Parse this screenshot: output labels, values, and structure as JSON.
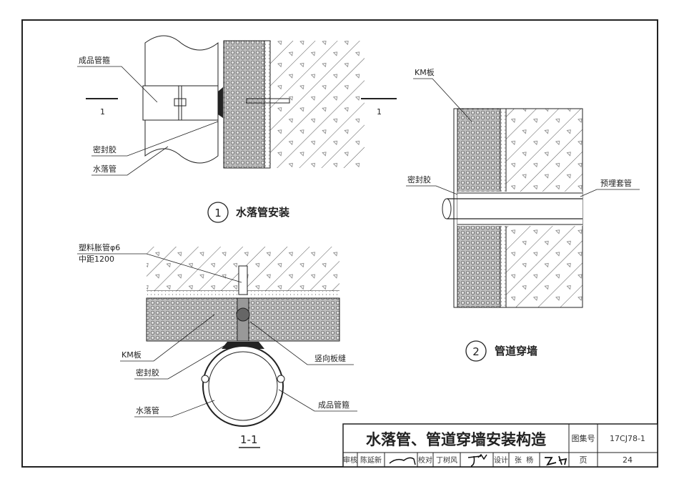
{
  "detail1": {
    "labels": {
      "clamp": "成品管箍",
      "sealant": "密封胶",
      "downpipe": "水落管"
    },
    "section_mark": "1",
    "caption_num": "1",
    "caption": "水落管安装"
  },
  "detail2": {
    "labels": {
      "km_board": "KM板",
      "sealant": "密封胶",
      "sleeve": "预埋套管"
    },
    "caption_num": "2",
    "caption": "管道穿墙"
  },
  "section11": {
    "labels": {
      "anchor": "塑料胀管φ6",
      "spacing": "中距1200",
      "km_board": "KM板",
      "sealant": "密封胶",
      "downpipe": "水落管",
      "joint": "竖向板缝",
      "clamp": "成品管箍"
    },
    "caption": "1-1"
  },
  "title_block": {
    "title": "水落管、管道穿墙安装构造",
    "atlas_label": "图集号",
    "atlas_no": "17CJ78-1",
    "page_label": "页",
    "page_no": "24",
    "review_label": "审核",
    "reviewer": "陈延新",
    "check_label": "校对",
    "checker": "丁树风",
    "design_label": "设计",
    "designer": "张  杨"
  }
}
